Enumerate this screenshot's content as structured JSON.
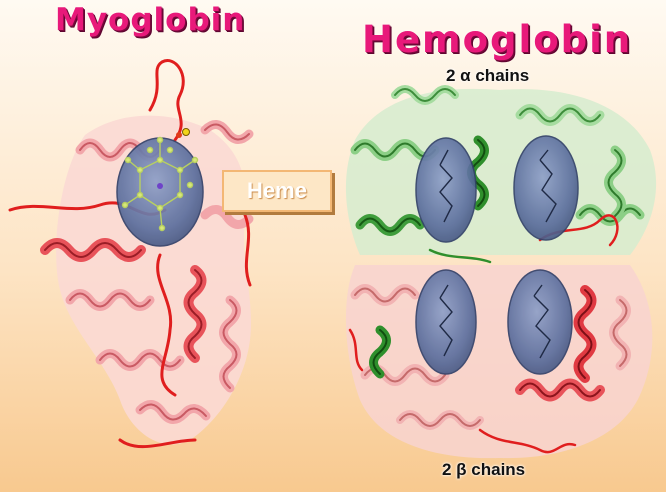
{
  "titles": {
    "myoglobin": "Myoglobin",
    "hemoglobin": "Hemoglobin"
  },
  "labels": {
    "alpha_chains": "2 α chains",
    "beta_chains": "2 β chains",
    "heme": "Heme"
  },
  "colors": {
    "background_top": "#fffaf2",
    "background_bottom": "#f8c98f",
    "title": "#e8197a",
    "myoglobin_ribbon": "#f3a7ab",
    "myoglobin_coil": "#e01e1e",
    "alpha_ribbon": "#6fbf6b",
    "beta_ribbon": "#e8535a",
    "heme_disc": "#5c6f9e"
  },
  "icons": {
    "myoglobin_structure": "protein-ribbon-icon",
    "hemoglobin_structure": "protein-ribbon-icon",
    "heme_group": "heme-disc-icon"
  }
}
